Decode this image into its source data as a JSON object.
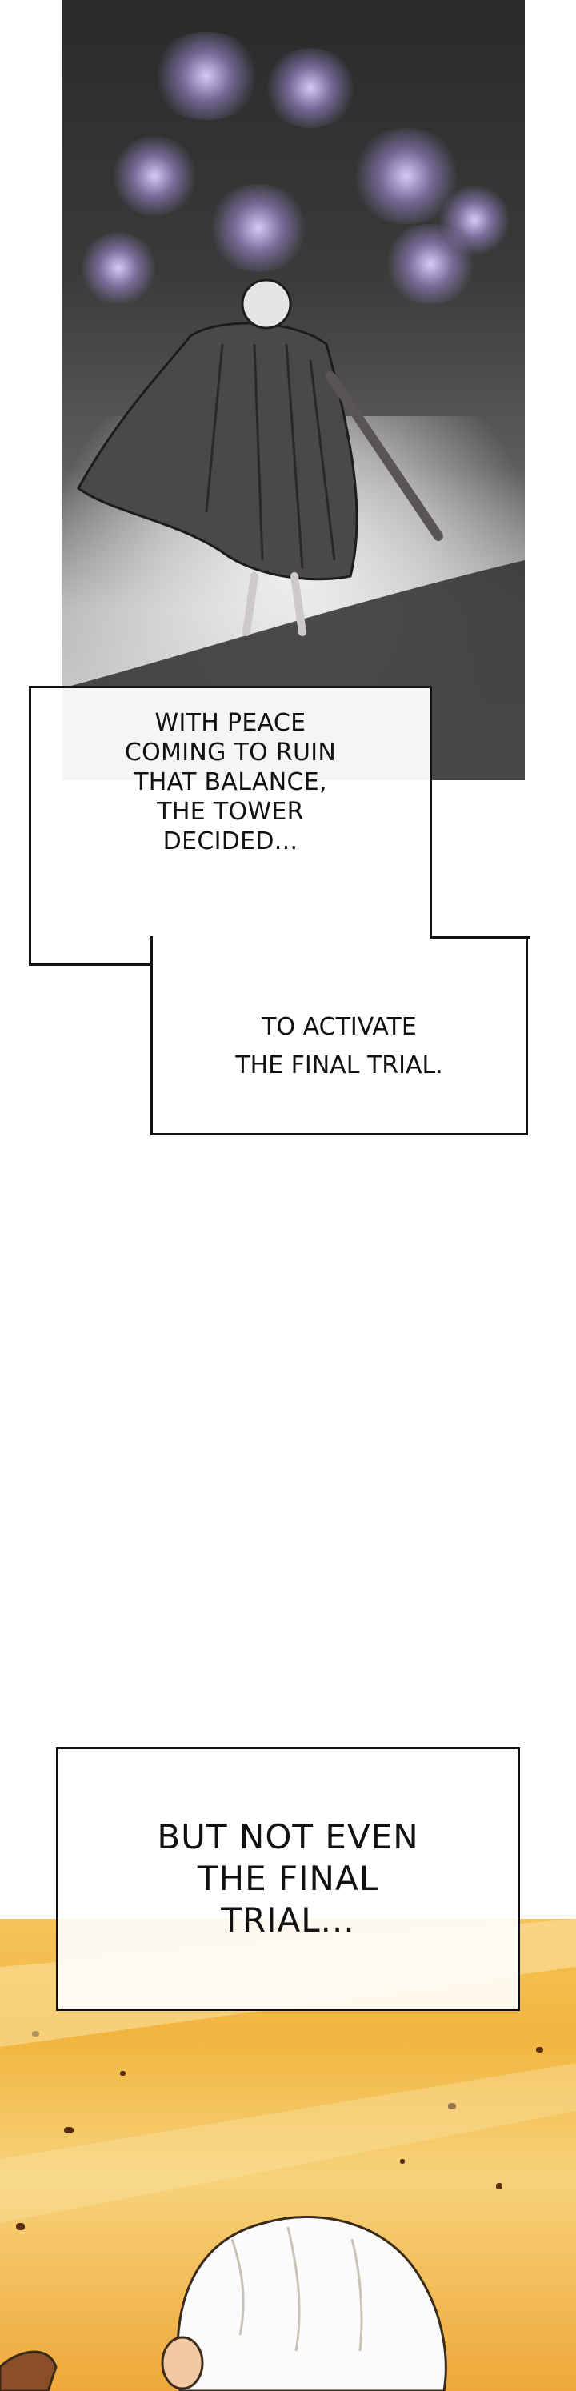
{
  "bubbles": {
    "first": "WITH PEACE\nCOMING TO RUIN\nTHAT BALANCE,\nTHE TOWER\nDECIDED...",
    "second": "TO ACTIVATE\nTHE FINAL TRIAL.",
    "third": "BUT NOT EVEN\nTHE FINAL\nTRIAL..."
  },
  "colors": {
    "top_panel": "#3b3a3a",
    "glow": "#c8bff5",
    "bottom_panel": "#f1b53e"
  }
}
